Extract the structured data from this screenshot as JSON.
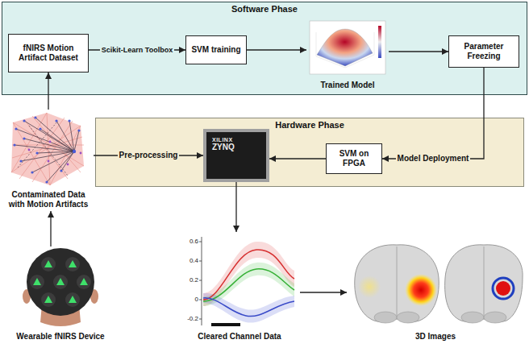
{
  "diagram": {
    "nodes": [
      {
        "text": [
          "Software Phase"
        ]
      },
      {
        "text": [
          "fNIRS Motion Artifact Dataset"
        ],
        "in": 0
      },
      {
        "text": [
          "SVM training"
        ],
        "in": 0
      },
      {
        "text": [
          "Trained Model"
        ],
        "in": 0
      },
      {
        "text": [
          "Parameter Freezing"
        ],
        "in": 0
      },
      {
        "text": [
          "Contaminated Data with Motion Artifacts"
        ]
      },
      {
        "text": [
          "Hardware Phase"
        ]
      },
      {
        "text": [
          "XILINX",
          "ZYNQ"
        ],
        "in": 6
      },
      {
        "text": [
          "SVM on FPGA"
        ],
        "in": 6
      },
      {
        "text": [
          "Wearable fNIRS Device"
        ]
      },
      {
        "text": [
          "Cleared Channel Data"
        ]
      },
      {
        "text": [
          "3D Images"
        ]
      }
    ],
    "edges": [
      {
        "from": 5,
        "to": 1,
        "arrow": "to"
      },
      {
        "from": 1,
        "to": 2,
        "label": "Scikit-Learn Toolbox",
        "arrow": "to"
      },
      {
        "from": 2,
        "to": 3,
        "arrow": "to"
      },
      {
        "from": 3,
        "to": 4,
        "arrow": "to"
      },
      {
        "from": 4,
        "to": 8,
        "label": "Model Deployment",
        "arrow": "to"
      },
      {
        "from": 8,
        "to": 7,
        "arrow": "to"
      },
      {
        "from": 5,
        "to": 7,
        "label": "Pre-processing",
        "arrow": "to"
      },
      {
        "from": 9,
        "to": 5,
        "arrow": "to"
      },
      {
        "from": 7,
        "to": 10,
        "arrow": "to"
      },
      {
        "from": 10,
        "to": 11,
        "arrow": "to"
      }
    ],
    "labels": [
      "0.6",
      "0.4",
      "0.2",
      "0",
      "-0.2"
    ]
  }
}
